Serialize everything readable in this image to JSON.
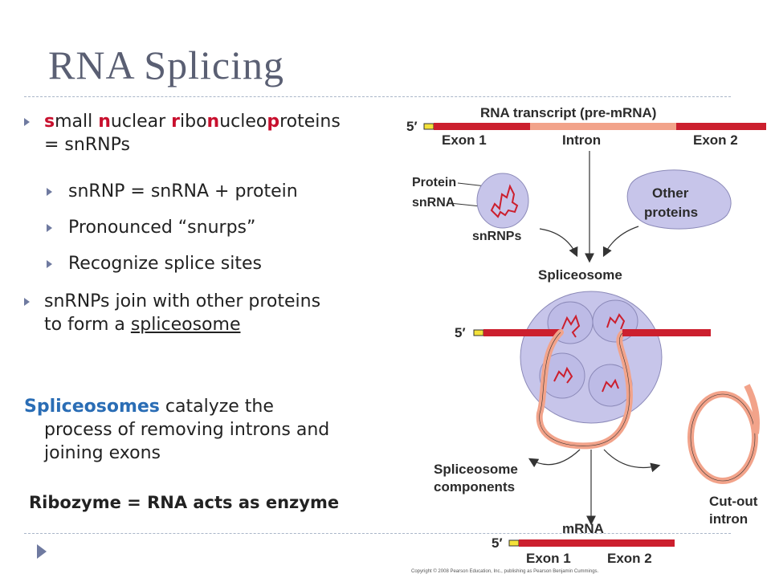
{
  "slide": {
    "title": "RNA Splicing",
    "bullets": [
      {
        "b1": "s",
        "r1": "mall ",
        "b2": "n",
        "r2": "uclear ",
        "b3": "r",
        "r3": "ibo",
        "b4": "n",
        "r4": "ucleo",
        "b5": "p",
        "r5": "roteins",
        "line2": "= snRNPs"
      },
      {
        "text": "snRNP = snRNA + protein"
      },
      {
        "text": "Pronounced “snurps”"
      },
      {
        "text": "Recognize splice sites"
      },
      {
        "line1": "snRNPs join with other proteins",
        "line2_pre": "to form a ",
        "line2_u": "spliceosome"
      }
    ],
    "spliceosomes": {
      "bold": "Spliceosomes",
      "rest": " catalyze the",
      "line2": "process of removing introns and",
      "line3": "joining exons"
    },
    "ribozyme": "Ribozyme = RNA acts as enzyme"
  },
  "diagram": {
    "pre_mrna_label": "RNA transcript (pre-mRNA)",
    "five_prime": "5′",
    "exon1": "Exon 1",
    "intron": "Intron",
    "exon2": "Exon 2",
    "protein": "Protein",
    "snrna": "snRNA",
    "snrnps": "snRNPs",
    "other_proteins_1": "Other",
    "other_proteins_2": "proteins",
    "spliceosome": "Spliceosome",
    "components_1": "Spliceosome",
    "components_2": "components",
    "cutout_1": "Cut-out",
    "cutout_2": "intron",
    "mrna": "mRNA",
    "copyright": "Copyright © 2008 Pearson Education, Inc., publishing as Pearson Benjamin Cummings."
  },
  "colors": {
    "exon": "#cc1f2e",
    "intron": "#f2a38a",
    "cap": "#f4e23a",
    "complex": "#c7c5ea",
    "title": "#5a5f73",
    "accent_red": "#c8102e",
    "accent_blue": "#2a6db5"
  }
}
